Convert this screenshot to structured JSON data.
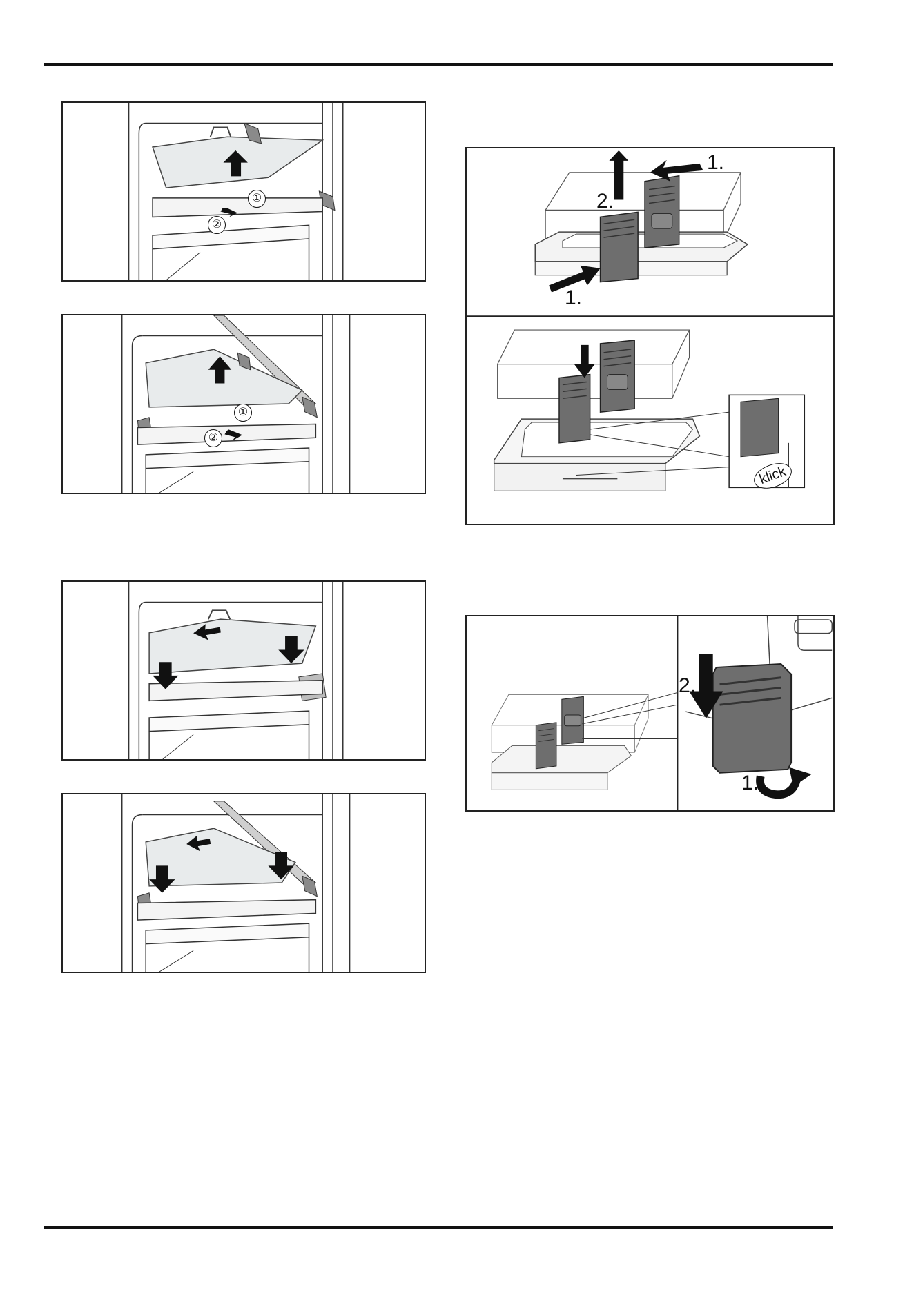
{
  "figures": {
    "fig1": {
      "step_1": "①",
      "step_2": "②"
    },
    "fig2": {
      "step_1": "①",
      "step_2": "②"
    },
    "fig5": {
      "label_1_top": "1.",
      "label_2": "2.",
      "label_1_bottom": "1.",
      "klick": "klick"
    },
    "fig6": {
      "label_2": "2.",
      "label_1": "1."
    }
  },
  "footer": {
    "note": "                 "
  },
  "colors": {
    "rule": "#111111",
    "panel_fill": "#6e6e6e",
    "glass": "#e6e9ea"
  }
}
